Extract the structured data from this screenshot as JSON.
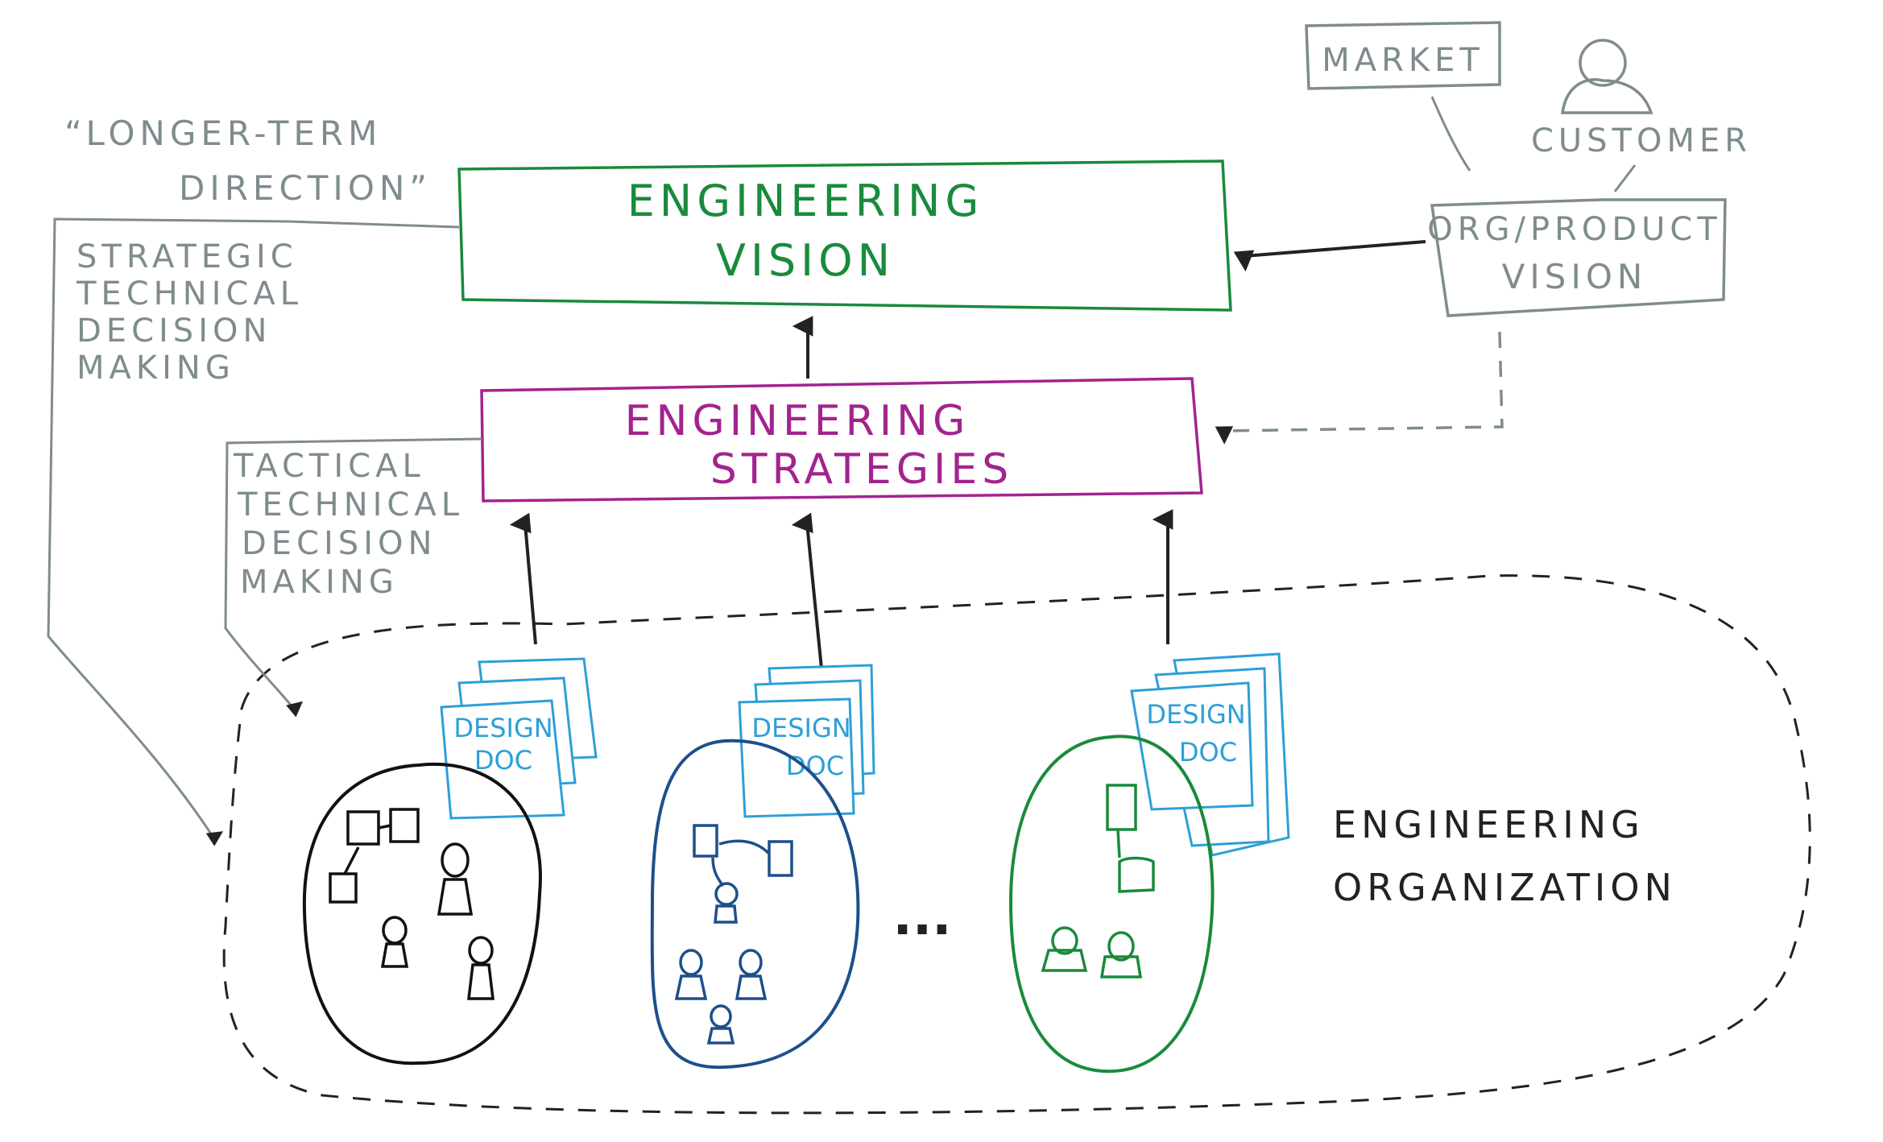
{
  "colors": {
    "vision": "#1a8a3c",
    "strategy": "#a3238e",
    "gray": "#7f8c8d",
    "doc": "#2d9fd8",
    "team_black": "#111111",
    "team_blue": "#1d4f8c",
    "team_green": "#1a8a3c",
    "arrow": "#222222"
  },
  "vision_box": {
    "line1": "ENGINEERING",
    "line2": "VISION"
  },
  "strategy_box": {
    "line1": "ENGINEERING",
    "line2": "STRATEGIES"
  },
  "org_vision_box": {
    "line1": "ORG/PRODUCT",
    "line2": "VISION"
  },
  "market": {
    "label": "MARKET"
  },
  "customer": {
    "label": "CUSTOMER",
    "icon": "person-icon"
  },
  "longer_term": {
    "line1": "“LONGER-TERM",
    "line2": "DIRECTION”"
  },
  "strategic_note": {
    "lines": [
      "STRATEGIC",
      "TECHNICAL",
      "DECISION",
      "MAKING"
    ]
  },
  "tactical_note": {
    "lines": [
      "TACTICAL",
      "TECHNICAL",
      "DECISION",
      "MAKING"
    ]
  },
  "design_doc": {
    "line1": "DESIGN",
    "line2": "DOC"
  },
  "org_label": {
    "line1": "ENGINEERING",
    "line2": "ORGANIZATION"
  },
  "ellipsis": "..."
}
